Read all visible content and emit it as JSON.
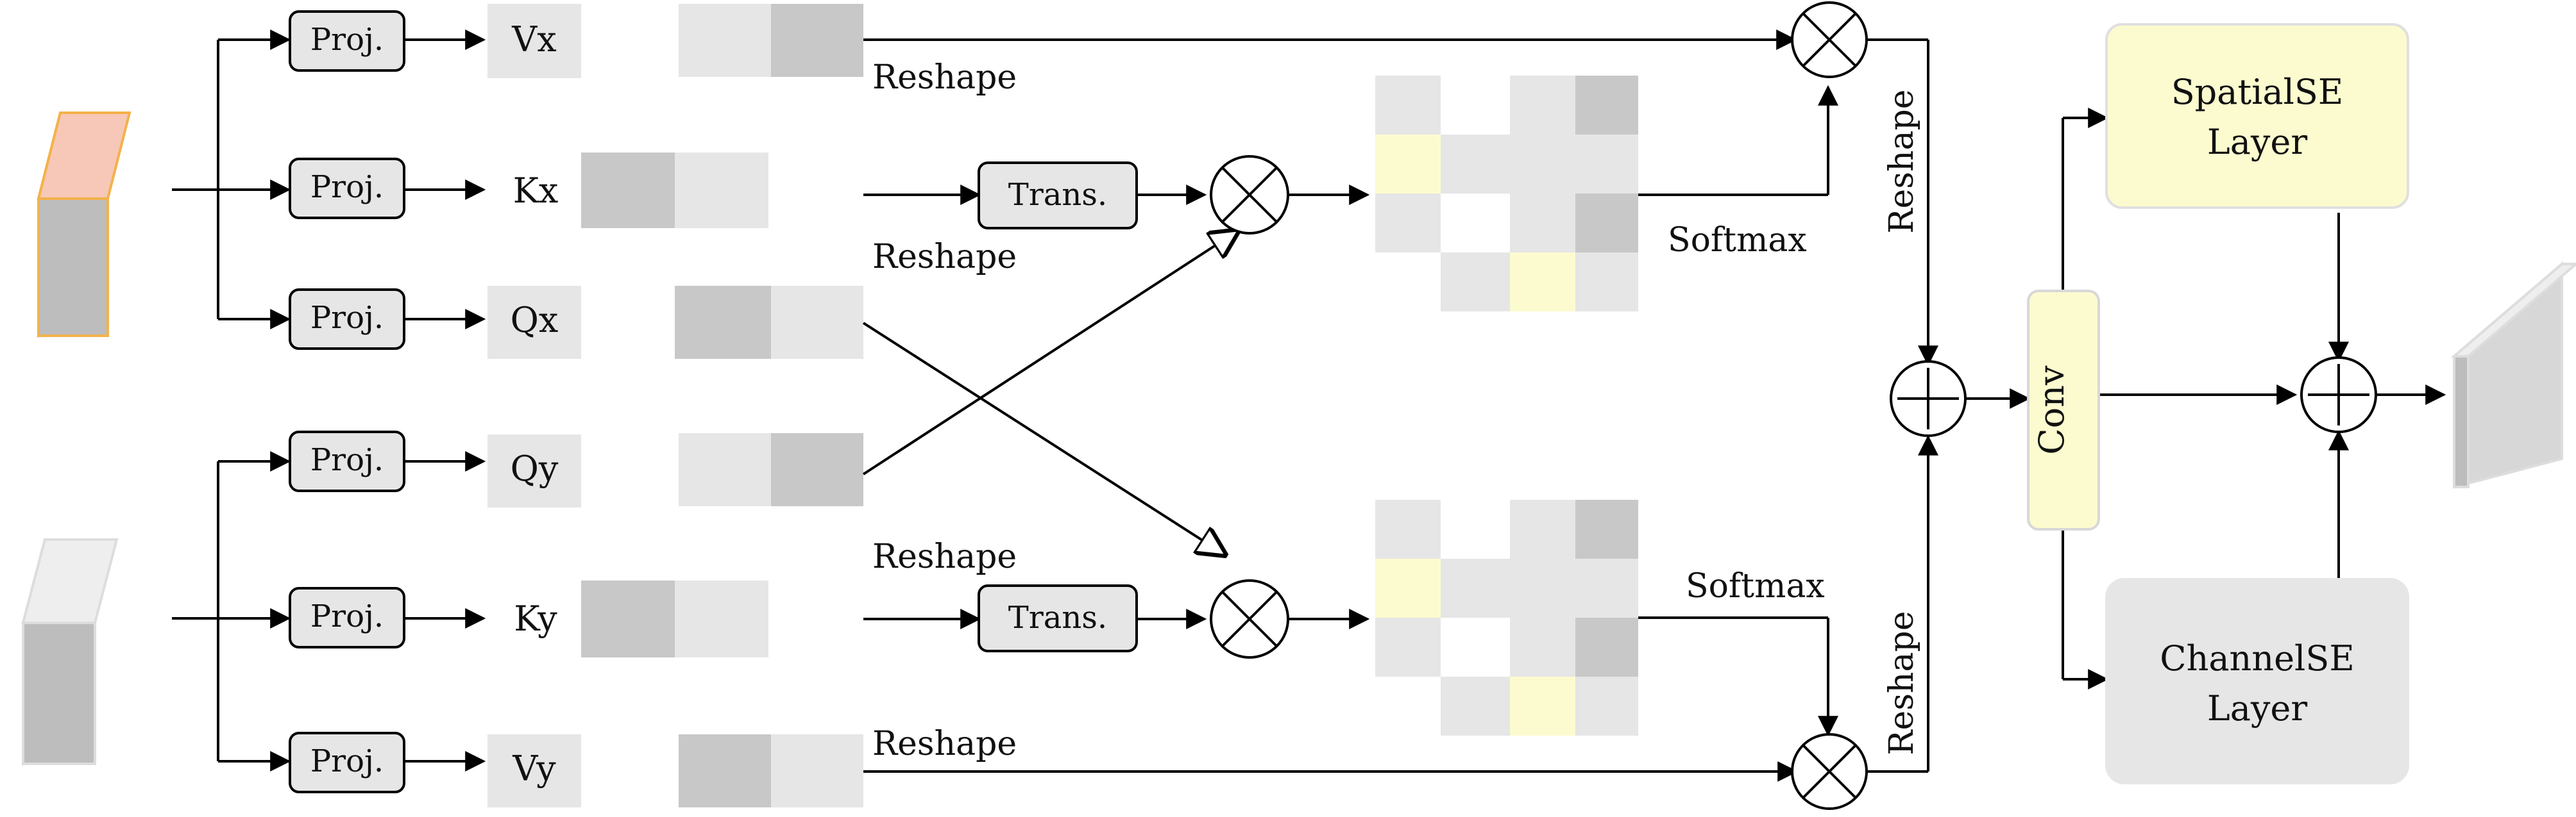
{
  "colors": {
    "stroke": "#000000",
    "panel_gray": "#d9d9d9",
    "light_gray": "#e7e7e7",
    "mid_gray": "#c9c9c9",
    "dark_gray": "#b7b7b7",
    "yellow": "#fbfbcf",
    "orange_outline": "#f3b24a",
    "pink_face": "#f4d9dc"
  },
  "labels": {
    "proj_vx": "Proj.",
    "proj_kx": "Proj.",
    "proj_qx": "Proj.",
    "proj_qy": "Proj.",
    "proj_ky": "Proj.",
    "proj_vy": "Proj.",
    "vx": "Vx",
    "kx": "Kx",
    "qx": "Qx",
    "qy": "Qy",
    "ky": "Ky",
    "vy": "Vy",
    "reshape_vx": "Reshape",
    "reshape_kx": "Reshape",
    "reshape_ky": "Reshape",
    "reshape_vy": "Reshape",
    "reshape_top_vertical": "Reshape",
    "reshape_bottom_vertical": "Reshape",
    "trans_top": "Trans.",
    "trans_bottom": "Trans.",
    "softmax_top": "Softmax",
    "softmax_bottom": "Softmax",
    "conv": "Conv",
    "spatial_se_line1": "SpatialSE",
    "spatial_se_line2": "Layer",
    "channel_se_line1": "ChannelSE",
    "channel_se_line2": "Layer"
  }
}
